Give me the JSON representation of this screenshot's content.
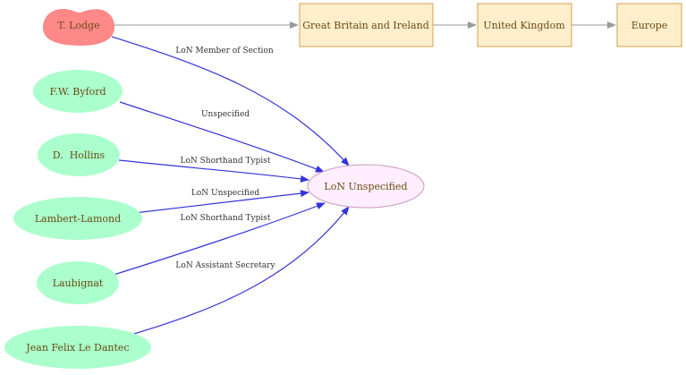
{
  "colors": {
    "person_fill": "#aaffcc",
    "highlight_fill": "#ff8888",
    "target_fill": "#ffeeff",
    "target_stroke": "#cc99bb",
    "place_fill": "#ffeecc",
    "place_stroke": "#d4a050",
    "node_text": "#6b4a12",
    "member_edge": "#3333dd",
    "place_edge": "#999999"
  },
  "nodes": {
    "t_lodge": "T. Lodge",
    "fw_byford": "F.W. Byford",
    "d_hollins": "D.  Hollins",
    "lambert_lamond": "Lambert-Lamond",
    "laubignat": "Laubignat",
    "jean_felix": "Jean Felix Le Dantec",
    "lon_unspecified": "LoN Unspecified",
    "gb_ireland": "Great Britain and Ireland",
    "uk": "United Kingdom",
    "europe": "Europe"
  },
  "edges": {
    "t_lodge": "LoN Member of Section",
    "fw_byford": "Unspecified",
    "d_hollins": "LoN Shorthand Typist",
    "lambert_lamond": "LoN Unspecified",
    "laubignat": "LoN Shorthand Typist",
    "jean_felix": "LoN Assistant Secretary"
  }
}
